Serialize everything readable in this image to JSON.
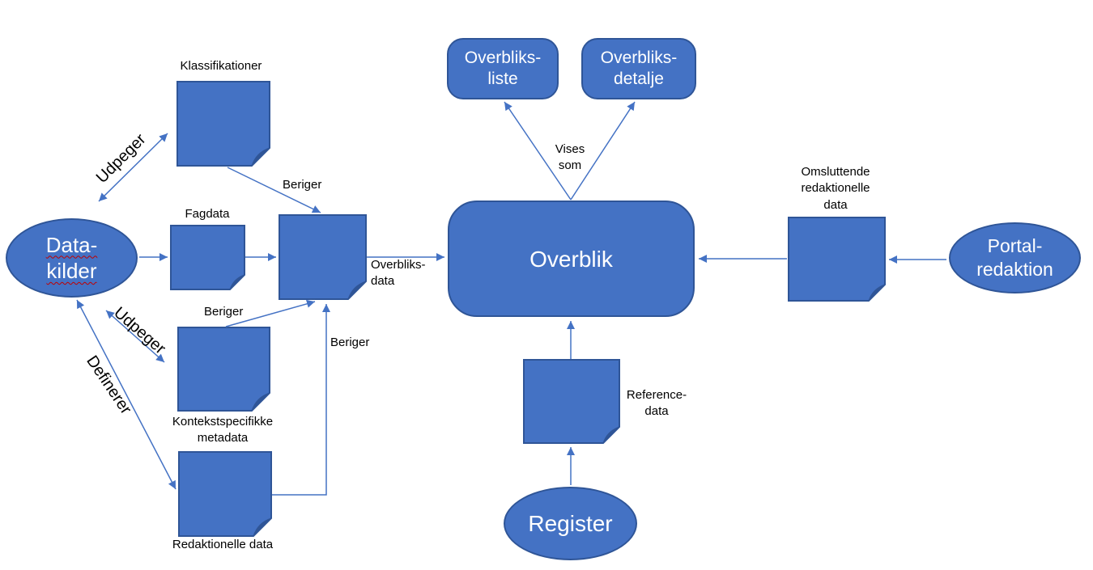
{
  "colors": {
    "background": "#FFFFFF",
    "shape_fill": "#4472C4",
    "shape_border": "#2F5597",
    "fold_fill": "#2F5597",
    "arrow": "#4472C4",
    "shape_text": "#FFFFFF",
    "label_text": "#000000",
    "spellcheck_underline": "#C00000"
  },
  "nodes": {
    "datakilder": "Data-\nkilder",
    "overblik": "Overblik",
    "overbliksliste": "Overbliks-\nliste",
    "overbliksdetalje": "Overbliks-\ndetalje",
    "register": "Register",
    "portalredaktion": "Portal-\nredaktion"
  },
  "note_labels": {
    "klassifikationer": "Klassifikationer",
    "fagdata": "Fagdata",
    "kontekstspecifikke": "Kontekstspecifikke\nmetadata",
    "redaktionelle": "Redaktionelle data",
    "reference": "Reference-\ndata",
    "omsluttende": "Omsluttende\nredaktionelle\ndata"
  },
  "edge_labels": {
    "udpeger_top": "Udpeger",
    "udpeger_mid": "Udpeger",
    "definerer": "Definerer",
    "beriger_klassifikationer": "Beriger",
    "beriger_kontekst": "Beriger",
    "beriger_redaktionelle": "Beriger",
    "overbliksdata": "Overbliks-\ndata",
    "vises_som": "Vises\nsom"
  }
}
